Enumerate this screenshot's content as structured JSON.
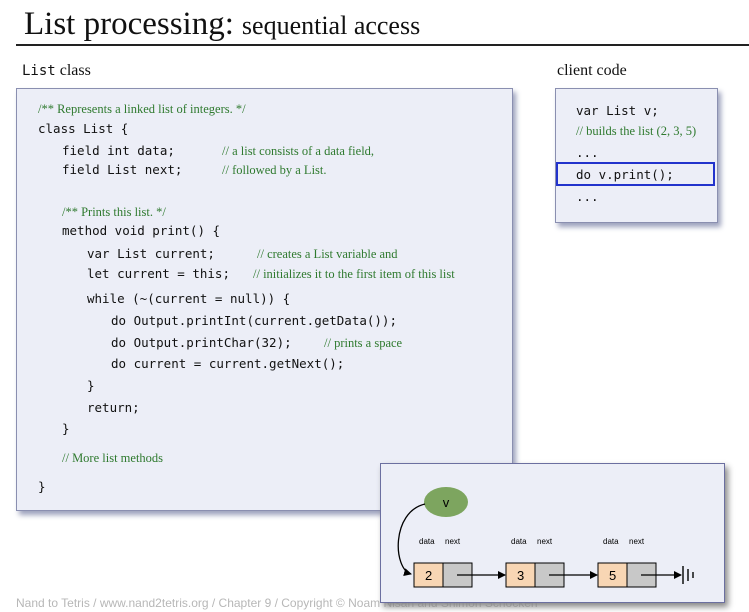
{
  "title": {
    "main": "List processing:",
    "sub": "sequential access"
  },
  "labels": {
    "list_class_mono": "List",
    "list_class_rest": " class",
    "client_code": "client code"
  },
  "list_code": {
    "doc_comment": "/** Represents a linked list of integers. */",
    "class_header": "class List {",
    "field_data": "field int data;",
    "field_data_comment": "// a list consists of a data field,",
    "field_next": "field List next;",
    "field_next_comment": "// followed by a List.",
    "print_doc": "/** Prints this list. */",
    "method_header": "method void print() {",
    "var_current": "var List current;",
    "var_current_comment": "// creates a List variable and",
    "let_current": "let current = this;",
    "let_current_comment": "// initializes it to the first item of this list",
    "while_line": "while (~(current = null)) {",
    "print_int": "do Output.printInt(current.getData());",
    "print_char": "do Output.printChar(32);",
    "print_char_comment": "// prints a space",
    "next_line": "do current = current.getNext();",
    "close_while": "}",
    "return_line": "return;",
    "close_method": "}",
    "more_comment": "// More list methods",
    "close_class": "}"
  },
  "client_code": {
    "line1": "var List v;",
    "line2_comment": "// builds the list (2, 3, 5)",
    "line3": "...",
    "line4": "do v.print();",
    "line5": "..."
  },
  "diagram": {
    "var_label": "v",
    "nodes": [
      {
        "data_label": "data",
        "next_label": "next",
        "value": "2"
      },
      {
        "data_label": "data",
        "next_label": "next",
        "value": "3"
      },
      {
        "data_label": "data",
        "next_label": "next",
        "value": "5"
      }
    ],
    "colors": {
      "ellipse": "#7da55f",
      "data_cell": "#f8d6b4",
      "next_cell": "#c8c8c8"
    }
  },
  "footer": "Nand to Tetris / www.nand2tetris.org / Chapter 9 / Copyright © Noam Nisan and Shimon Schocken"
}
